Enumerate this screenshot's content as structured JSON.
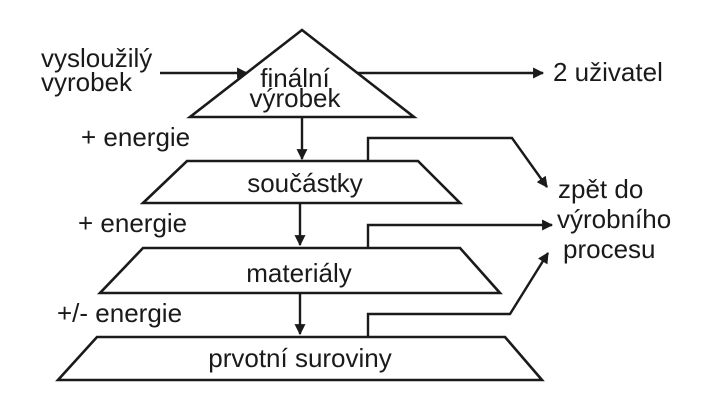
{
  "diagram": {
    "colors": {
      "line": "#1a1a1a",
      "background": "#ffffff"
    },
    "pyramid": {
      "final_product_line1": "finální",
      "final_product_line2": "výrobek",
      "components": "součástky",
      "materials": "materiály",
      "raw_materials": "prvotní suroviny"
    },
    "inputs": {
      "worn_product_line1": "vysloužilý",
      "worn_product_line2": "vyrobek",
      "energy_top": "+ energie",
      "energy_mid": "+ energie",
      "energy_bottom": "+/- energie"
    },
    "outputs": {
      "to_user": "2 uživatel",
      "recycle_line1": "zpět do",
      "recycle_line2": "výrobního",
      "recycle_line3": "procesu"
    }
  }
}
